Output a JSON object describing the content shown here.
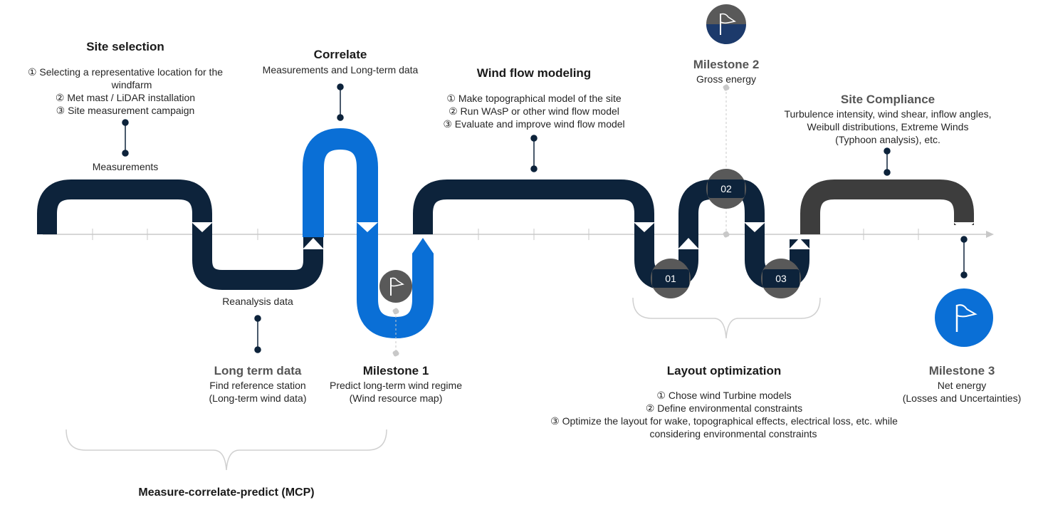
{
  "site_selection": {
    "title": "Site selection",
    "items": [
      "① Selecting a representative location for the",
      "windfarm",
      "② Met mast / LiDAR installation",
      "③ Site measurement campaign"
    ],
    "label": "Measurements"
  },
  "correlate": {
    "title": "Correlate",
    "subtitle": "Measurements and Long-term data"
  },
  "wind_flow": {
    "title": "Wind flow modeling",
    "items": [
      "① Make topographical model of the site",
      "② Run WAsP or other wind flow model",
      "③ Evaluate and improve wind flow model"
    ]
  },
  "milestone2": {
    "title": "Milestone 2",
    "subtitle": "Gross energy"
  },
  "site_compliance": {
    "title": "Site Compliance",
    "lines": [
      "Turbulence intensity, wind shear, inflow angles,",
      "Weibull distributions, Extreme Winds",
      "(Typhoon analysis), etc."
    ]
  },
  "reanalysis": {
    "label": "Reanalysis data"
  },
  "long_term": {
    "title": "Long term data",
    "lines": [
      "Find reference station",
      "(Long-term wind data)"
    ]
  },
  "milestone1": {
    "title": "Milestone 1",
    "lines": [
      "Predict long-term wind regime",
      "(Wind resource map)"
    ]
  },
  "layout_opt": {
    "title": "Layout optimization",
    "items": [
      "① Chose wind Turbine models",
      "② Define environmental constraints",
      "③ Optimize the layout for wake, topographical effects, electrical loss, etc. while",
      "considering environmental constraints"
    ]
  },
  "milestone3": {
    "title": "Milestone 3",
    "lines": [
      "Net energy",
      "(Losses and Uncertainties)"
    ]
  },
  "mcp": {
    "label": "Measure-correlate-predict (MCP)"
  },
  "badges": {
    "b01": "01",
    "b02": "02",
    "b03": "03"
  },
  "colors": {
    "navy": "#0d233b",
    "blue": "#0a6fd6",
    "dark_grey": "#3d3d3d",
    "circle_grey": "#595959",
    "axis": "#c8c8c8"
  }
}
